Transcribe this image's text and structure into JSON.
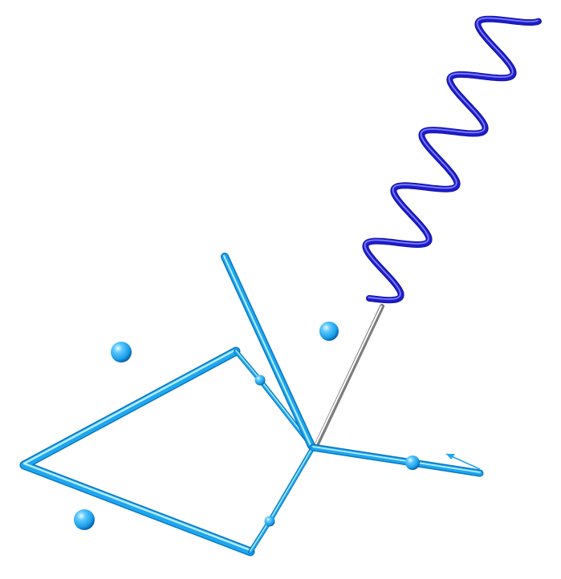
{
  "diagram": {
    "colors": {
      "tube_main": "#1ea7ee",
      "tube_highlight": "#b8ecff",
      "tube_shadow": "#0a78c4",
      "wave": "#1d1dcc",
      "wave_highlight": "#7d7dff",
      "cylinder": "#8a8a8a",
      "cylinder_highlight": "#f2f2f2",
      "sphere": "#1a9fe8"
    },
    "components": [
      "pentagon-frame",
      "diagonal-rod",
      "wavy-helix",
      "gray-cylinder",
      "floating-spheres",
      "junction-beads",
      "arrow-glyph"
    ]
  }
}
